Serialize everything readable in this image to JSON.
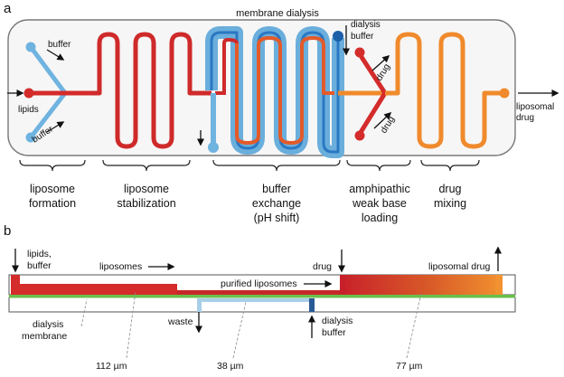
{
  "panel_a": {
    "label": "a",
    "top_label": "membrane dialysis",
    "inputs": {
      "buffer_top": "buffer",
      "lipids": "lipids",
      "buffer_bottom": "buffer",
      "dialysis_buffer_line1": "dialysis",
      "dialysis_buffer_line2": "buffer",
      "drug_top": "drug",
      "drug_bottom": "drug"
    },
    "output": {
      "line1": "liposomal",
      "line2": "drug"
    },
    "stages": [
      {
        "lines": [
          "liposome",
          "formation"
        ]
      },
      {
        "lines": [
          "liposome",
          "stabilization"
        ]
      },
      {
        "lines": [
          "buffer",
          "exchange",
          "(pH shift)"
        ]
      },
      {
        "lines": [
          "amphipathic",
          "weak base",
          "loading"
        ]
      },
      {
        "lines": [
          "drug",
          "mixing"
        ]
      }
    ]
  },
  "panel_b": {
    "label": "b",
    "lipids_buffer": [
      "lipids,",
      "buffer"
    ],
    "liposomes": "liposomes",
    "purified_liposomes": "purified liposomes",
    "drug": "drug",
    "liposomal_drug": "liposomal drug",
    "waste": "waste",
    "dialysis_buffer": [
      "dialysis",
      "buffer"
    ],
    "dialysis_membrane": [
      "dialysis",
      "membrane"
    ],
    "dim_1": "112 µm",
    "dim_2": "38 µm",
    "dim_3": "77 µm"
  },
  "colors": {
    "red": "#d42b2b",
    "red_dark": "#b51c1c",
    "light_blue": "#6fb3e0",
    "blue": "#2a78c4",
    "dark_blue": "#1c4f8a",
    "orange": "#f08a2c",
    "orange_dark": "#c9651b",
    "membrane_green": "#6abf4b",
    "light_blue_waste": "#a9cfe8"
  }
}
